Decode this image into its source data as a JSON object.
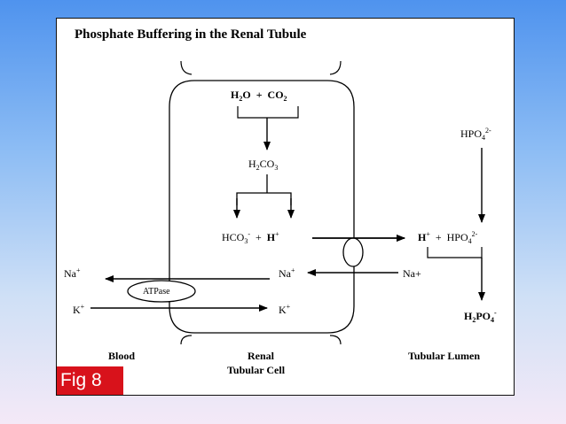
{
  "figure": {
    "title": "Phosphate Buffering in the Renal Tubule",
    "badge": "Fig 8"
  },
  "labels": {
    "h2o": "H",
    "h2o_sub": "2",
    "h2o_tail": "O",
    "plus": "+",
    "co2": "CO",
    "co2_sub": "2",
    "h2co3": "H",
    "h2co3_sub1": "2",
    "h2co3_mid": "CO",
    "h2co3_sub2": "3",
    "hco3": "HCO",
    "hco3_sub": "3",
    "hco3_sup": "-",
    "h_ion": "H",
    "h_sup": "+",
    "hpo4_top": "HPO",
    "hpo4_top_sub": "4",
    "hpo4_top_sup": "2-",
    "h_lumen": "H",
    "h_lumen_sup": "+",
    "hpo4_mid": "HPO",
    "hpo4_mid_sub": "4",
    "hpo4_mid_sup": "2-",
    "h2po4": "H",
    "h2po4_sub1": "2",
    "h2po4_mid": "PO",
    "h2po4_sub2": "4",
    "h2po4_sup": "-",
    "na_blood": "Na",
    "na_blood_sup": "+",
    "na_cell": "Na",
    "na_cell_sup": "+",
    "na_lumen": "Na+",
    "k_blood": "K",
    "k_blood_sup": "+",
    "k_cell": "K",
    "k_cell_sup": "+",
    "atpase": "ATPase"
  },
  "footer": {
    "blood": "Blood",
    "renal_line1": "Renal",
    "renal_line2": "Tubular Cell",
    "lumen": "Tubular Lumen"
  }
}
